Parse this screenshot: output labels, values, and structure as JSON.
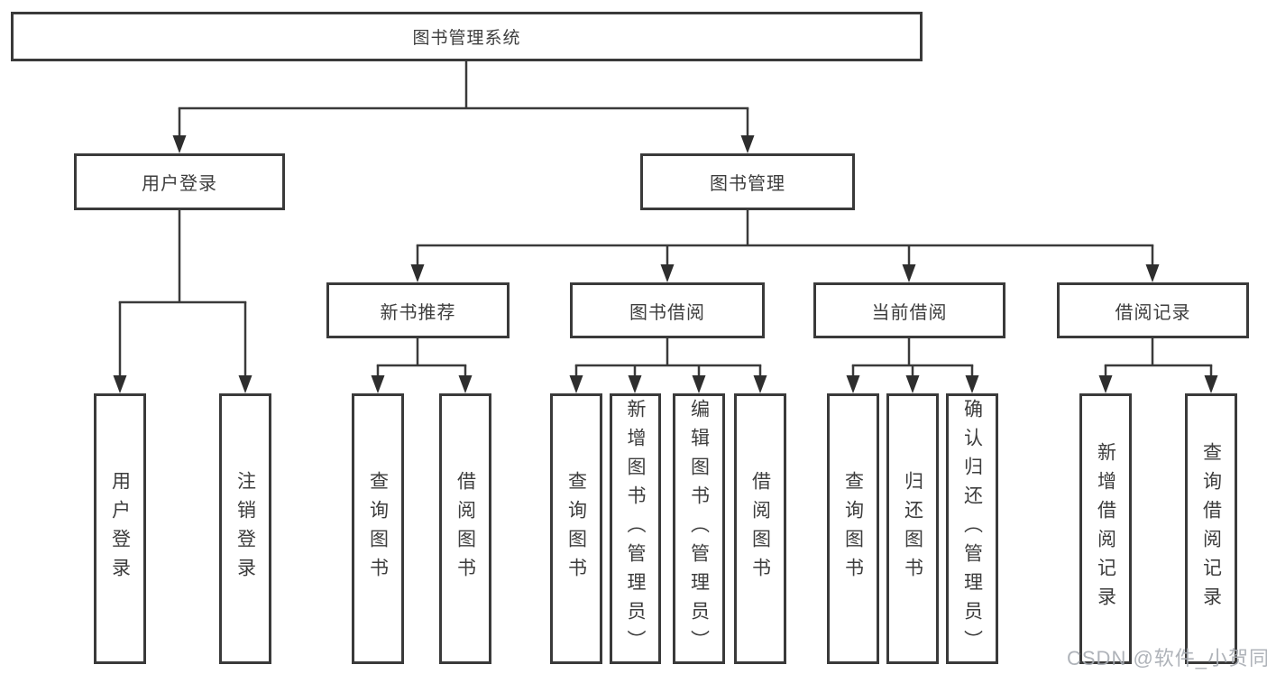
{
  "diagram": {
    "root": "图书管理系统",
    "branches": {
      "user_login": {
        "label": "用户登录",
        "children": [
          "用户登录",
          "注销登录"
        ]
      },
      "book_management": {
        "label": "图书管理",
        "children": {
          "new_book_recommend": {
            "label": "新书推荐",
            "children": [
              "查询图书",
              "借阅图书"
            ]
          },
          "book_borrow": {
            "label": "图书借阅",
            "children": [
              "查询图书",
              "新增图书（管理员）",
              "编辑图书（管理员）",
              "借阅图书"
            ]
          },
          "current_borrow": {
            "label": "当前借阅",
            "children": [
              "查询图书",
              "归还图书",
              "确认归还（管理员）"
            ]
          },
          "borrow_records": {
            "label": "借阅记录",
            "children": [
              "新增借阅记录",
              "查询借阅记录"
            ]
          }
        }
      }
    },
    "watermark": "CSDN @软件_小贺同学"
  },
  "colors": {
    "line": "#3a3a3a",
    "text": "#3d3d3d",
    "background": "#ffffff",
    "watermark": "#a6abb1"
  }
}
